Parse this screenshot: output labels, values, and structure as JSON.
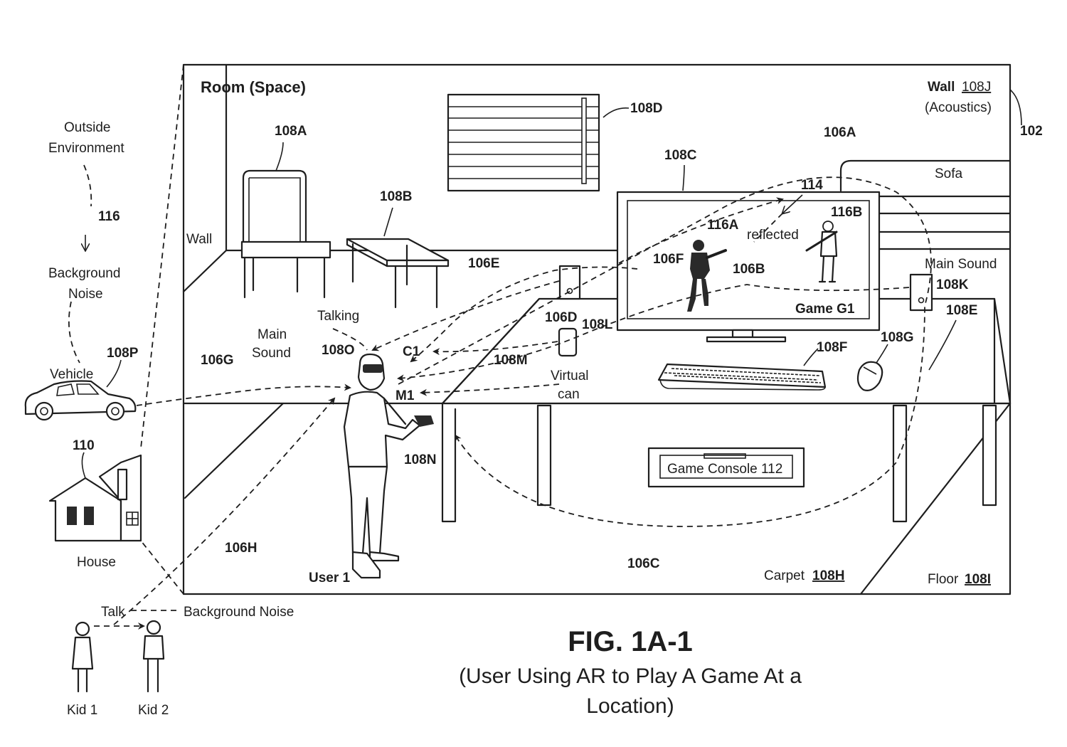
{
  "figure": {
    "title": "FIG. 1A-1",
    "subtitle_line1": "(User Using AR to Play A Game At a",
    "subtitle_line2": "Location)"
  },
  "room": {
    "title": "Room (Space)",
    "ref_102": "102",
    "wall_left": "Wall",
    "wall_right_prefix": "Wall",
    "wall_right_ref": "108J",
    "acoustics": "(Acoustics)",
    "sofa": "Sofa",
    "carpet_prefix": "Carpet",
    "carpet_ref": "108H",
    "floor_prefix": "Floor",
    "floor_ref": "108I"
  },
  "outside": {
    "outside_line1": "Outside",
    "outside_line2": "Environment",
    "ref_116": "116",
    "bg_noise_line1": "Background",
    "bg_noise_line2": "Noise",
    "vehicle": "Vehicle",
    "ref_108P": "108P",
    "ref_110": "110",
    "house": "House",
    "talk": "Talk",
    "bg_noise_bottom": "Background Noise",
    "kid1": "Kid 1",
    "kid2": "Kid 2"
  },
  "objects": {
    "ref_108A": "108A",
    "ref_108B": "108B",
    "ref_108C": "108C",
    "ref_108D": "108D",
    "ref_108E": "108E",
    "ref_108F": "108F",
    "ref_108G": "108G",
    "ref_108K": "108K",
    "ref_108L": "108L",
    "ref_108M": "108M",
    "ref_108N": "108N",
    "ref_108O": "108O",
    "game_g1": "Game G1",
    "console": "Game Console 112",
    "main_sound_right": "Main Sound",
    "virtual_line1": "Virtual",
    "virtual_line2": "can",
    "ref_116A": "116A",
    "ref_116B": "116B",
    "ref_114": "114",
    "reflected": "reflected"
  },
  "sounds": {
    "ref_106A": "106A",
    "ref_106B": "106B",
    "ref_106C": "106C",
    "ref_106D": "106D",
    "ref_106E": "106E",
    "ref_106F": "106F",
    "ref_106G": "106G",
    "ref_106H": "106H"
  },
  "user": {
    "talking": "Talking",
    "main_sound_line1": "Main",
    "main_sound_line2": "Sound",
    "c1": "C1",
    "m1": "M1",
    "user_label": "User 1"
  }
}
